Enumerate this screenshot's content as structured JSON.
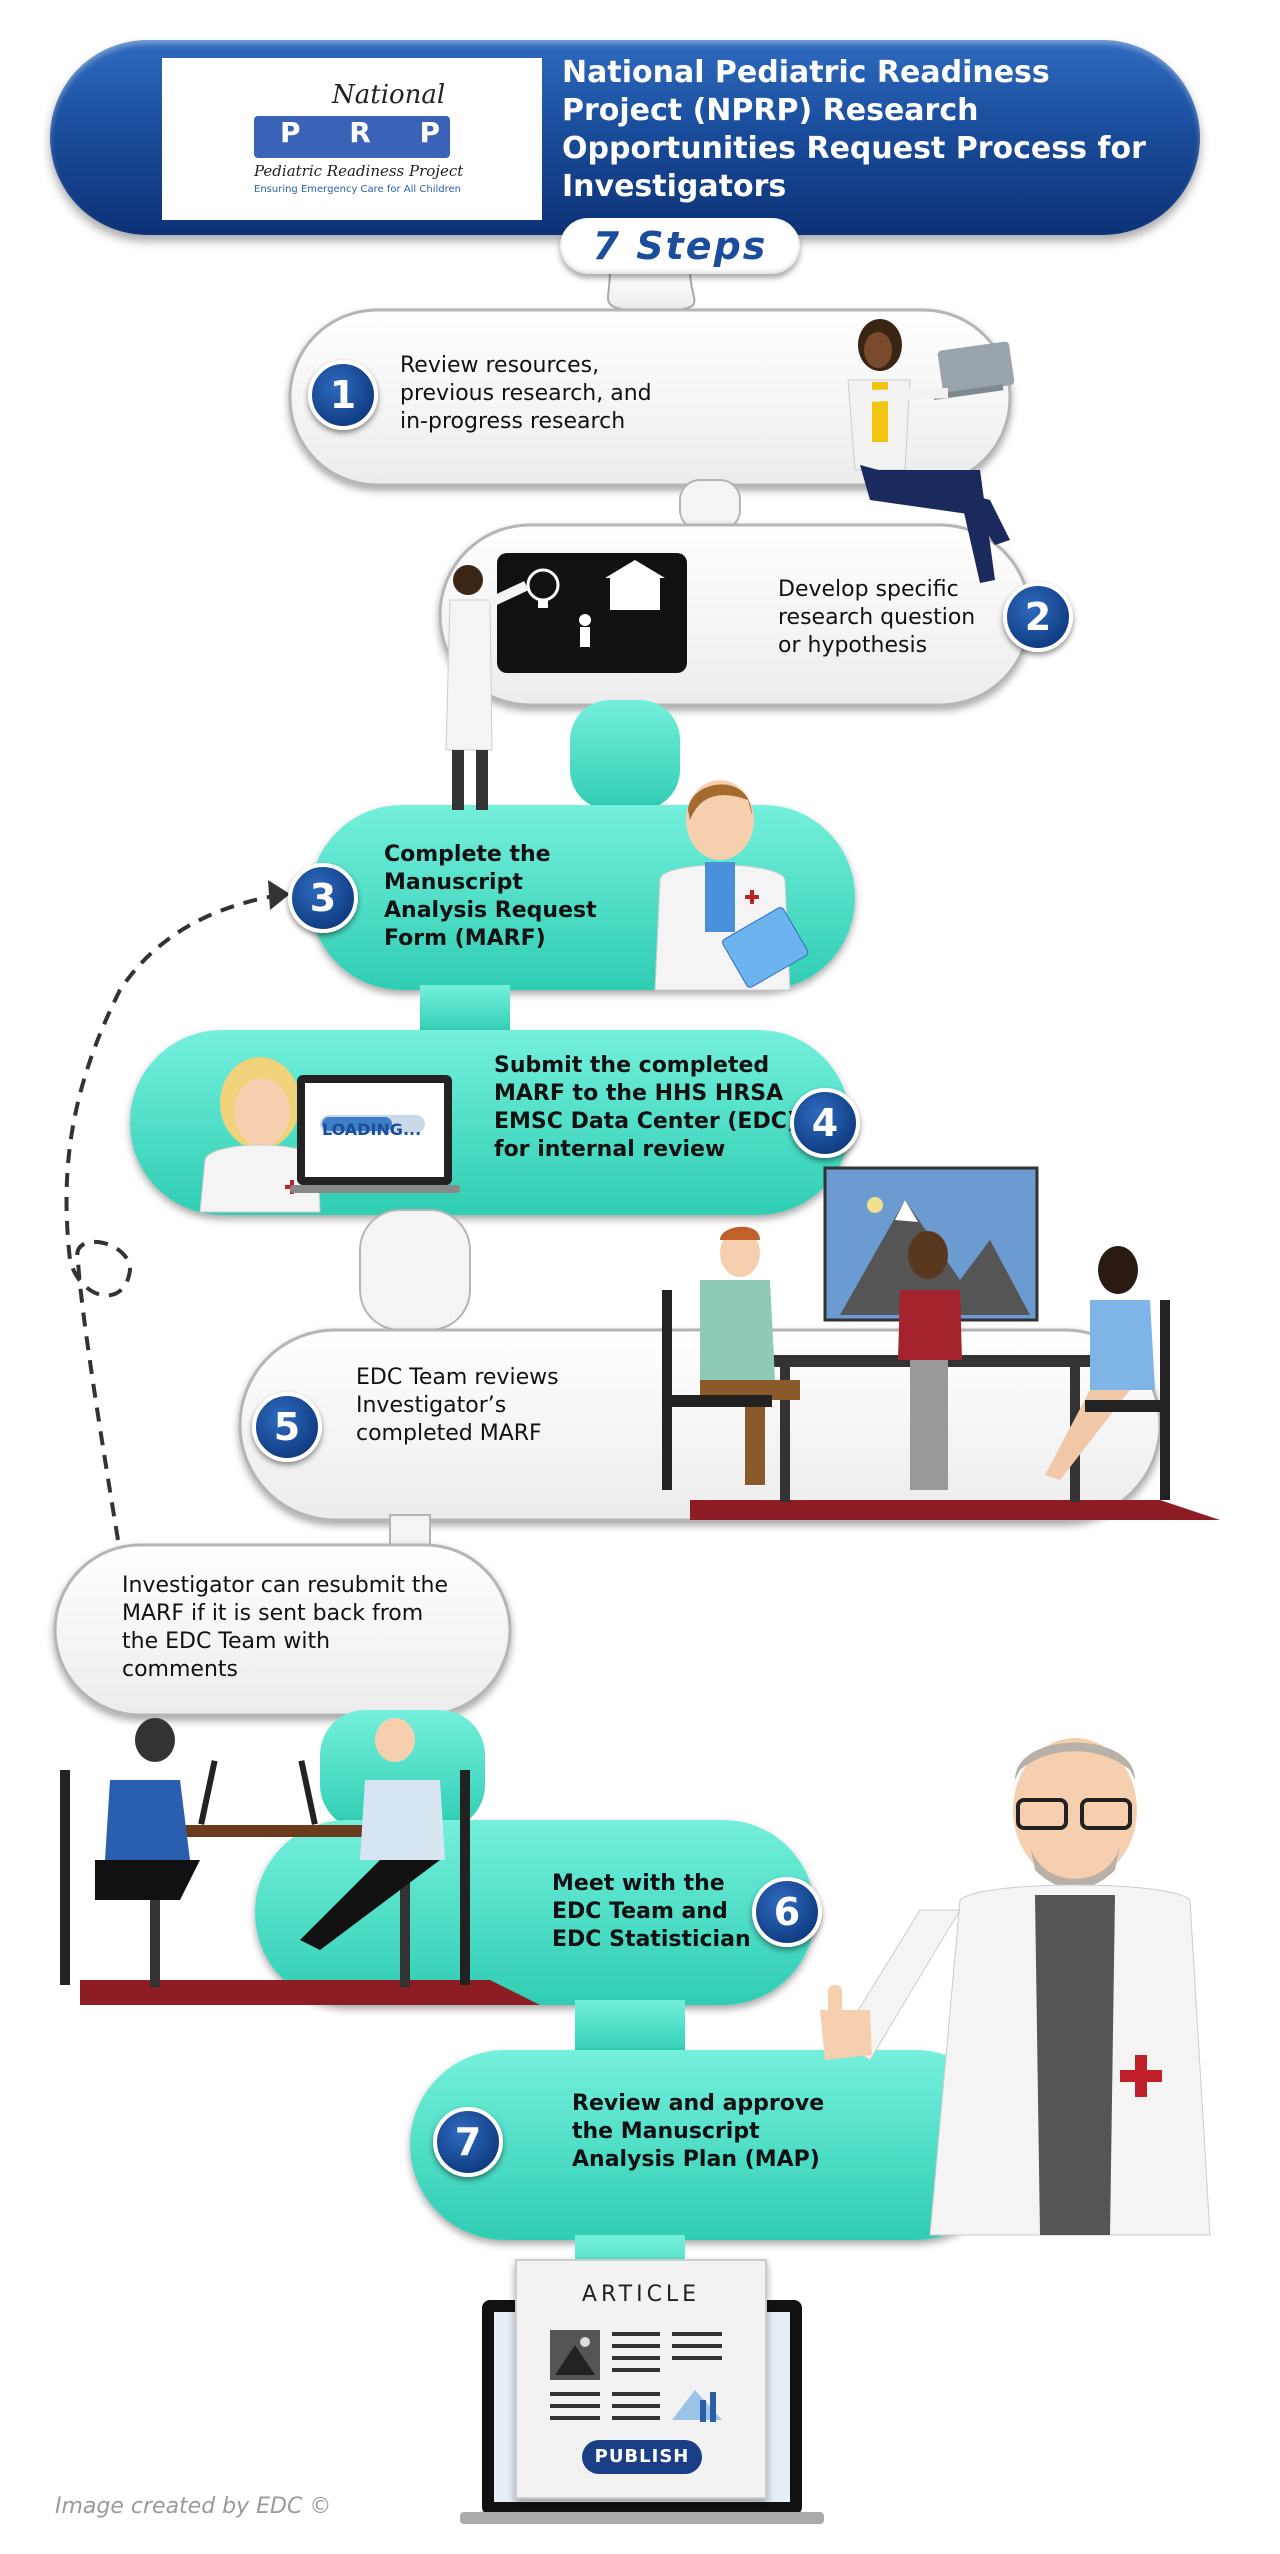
{
  "header": {
    "title": "National Pediatric Readiness Project (NPRP) Research Opportunities Request Process for Investigators",
    "logo": {
      "line1": "National",
      "letters": [
        "P",
        "R",
        "P"
      ],
      "line2": "Pediatric Readiness Project",
      "line3": "Ensuring Emergency Care for All Children"
    }
  },
  "steps_label": "7 Steps",
  "steps": [
    {
      "number": "1",
      "text": "Review resources, previous research, and in-progress research"
    },
    {
      "number": "2",
      "text": "Develop specific research question or hypothesis"
    },
    {
      "number": "3",
      "text": "Complete the Manuscript Analysis Request Form (MARF)"
    },
    {
      "number": "4",
      "text": "Submit the completed MARF to the HHS HRSA EMSC Data Center (EDC) for internal review"
    },
    {
      "number": "5",
      "text": "EDC Team reviews Investigator’s completed MARF"
    },
    {
      "number": "6",
      "text": "Meet with the EDC Team and EDC Statistician"
    },
    {
      "number": "7",
      "text": "Review and approve the Manuscript Analysis Plan (MAP)"
    }
  ],
  "resubmit_note": "Investigator can resubmit the MARF if it is sent back from the EDC Team with comments",
  "laptop_screen_text": "LOADING...",
  "article": {
    "title": "ARTICLE",
    "button": "PUBLISH"
  },
  "credit": "Image created by EDC ©",
  "colors": {
    "navy": "#1a4d9c",
    "teal": "#48e0c8",
    "badge": "#123f86",
    "floor_red": "#8e1c24"
  }
}
